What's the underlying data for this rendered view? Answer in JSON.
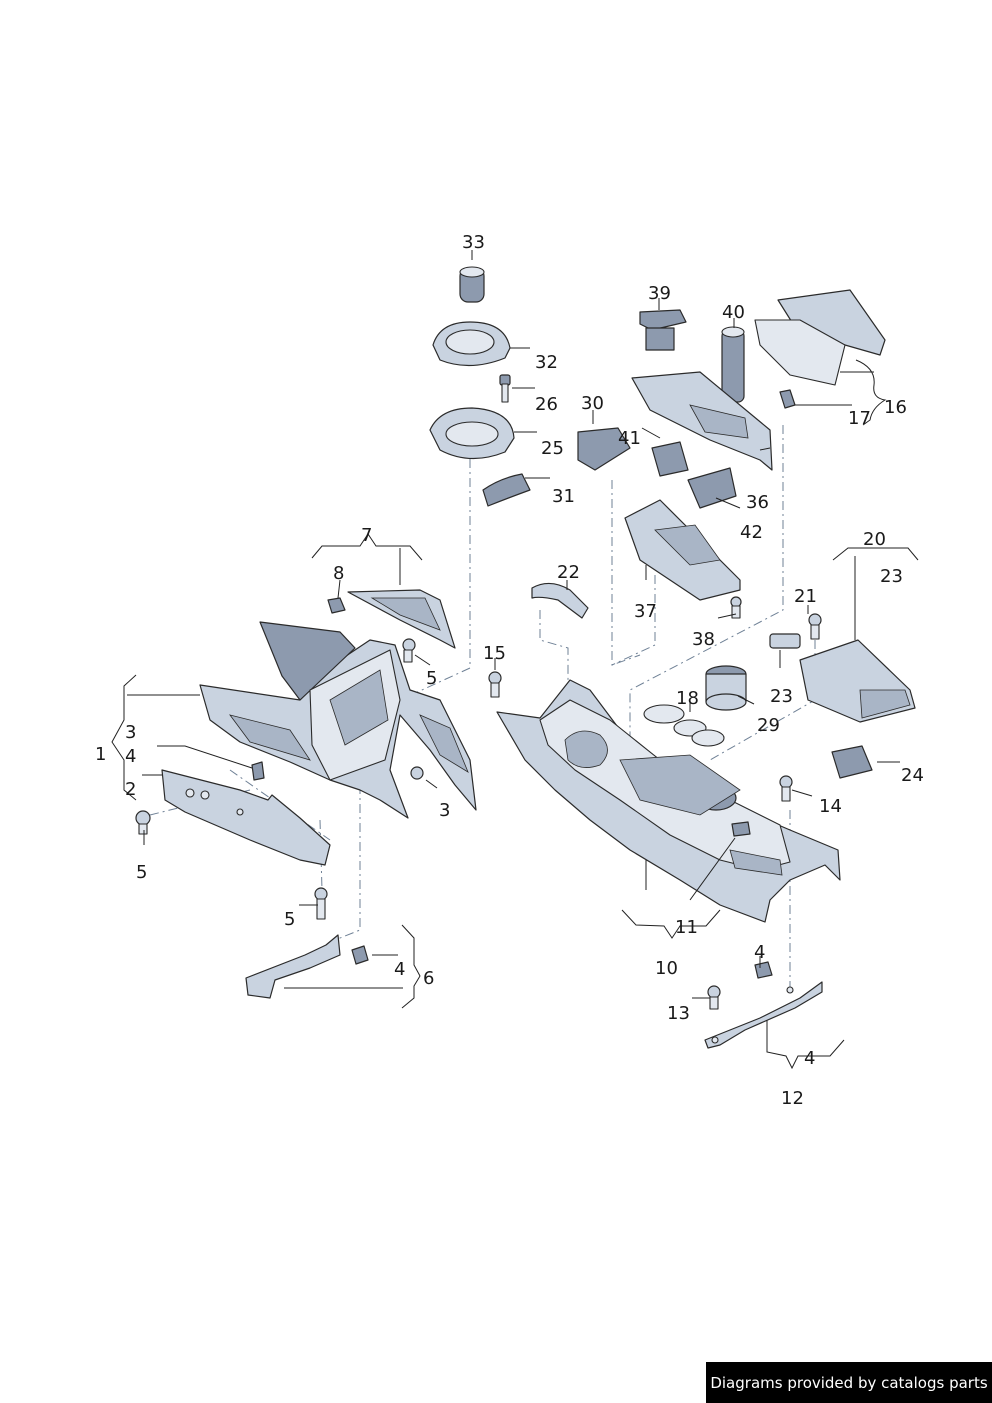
{
  "callouts": {
    "n1": "1",
    "n2": "2",
    "n3a": "3",
    "n3b": "3",
    "n4a": "4",
    "n4b": "4",
    "n4c": "4",
    "n4d": "4",
    "n5a": "5",
    "n5b": "5",
    "n5c": "5",
    "n6": "6",
    "n7": "7",
    "n8": "8",
    "n10": "10",
    "n11": "11",
    "n12": "12",
    "n13": "13",
    "n14": "14",
    "n15": "15",
    "n16": "16",
    "n17": "17",
    "n18": "18",
    "n20": "20",
    "n21": "21",
    "n22": "22",
    "n23a": "23",
    "n23b": "23",
    "n24": "24",
    "n25": "25",
    "n26": "26",
    "n29": "29",
    "n30": "30",
    "n31": "31",
    "n32": "32",
    "n33": "33",
    "n36": "36",
    "n37": "37",
    "n38": "38",
    "n39": "39",
    "n40": "40",
    "n41": "41",
    "n42": "42"
  },
  "credit": "Diagrams provided by catalogs parts"
}
